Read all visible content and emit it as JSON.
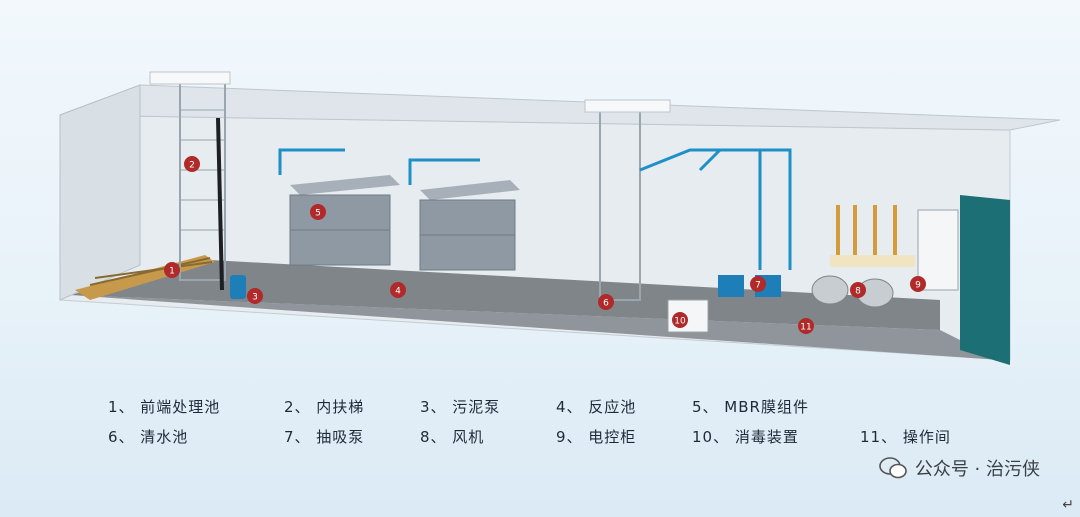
{
  "legend": {
    "row1": [
      "1、 前端处理池",
      "2、 内扶梯",
      "3、 污泥泵",
      "4、 反应池",
      "5、 MBR膜组件"
    ],
    "row2": [
      "6、 清水池",
      "7、 抽吸泵",
      "8、 风机",
      "9、 电控柜",
      "10、 消毒装置",
      "11、 操作间"
    ]
  },
  "markers": [
    "1",
    "2",
    "3",
    "4",
    "5",
    "6",
    "7",
    "8",
    "9",
    "10",
    "11"
  ],
  "watermark": {
    "account": "公众号 · 治污侠",
    "icon": "wechat-bubble-icon"
  },
  "return_symbol": "↵",
  "colors": {
    "marker": "#b02a2a",
    "pipe": "#1e90c8",
    "floor": "#8d9296",
    "wall": "#e6eaee"
  }
}
